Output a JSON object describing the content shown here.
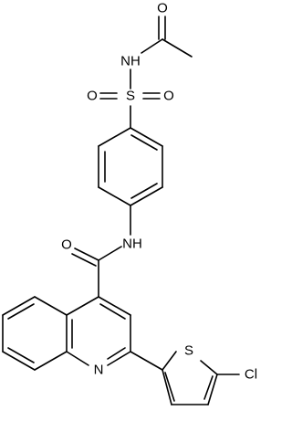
{
  "atom_labels": {
    "carbonyl_oxygen_acetyl": "O",
    "sulfonamide_nh": "NH",
    "sulfonyl_s": "S",
    "sulfonyl_oxygen_left": "O",
    "sulfonyl_oxygen_right": "O",
    "amide_oxygen": "O",
    "amide_nh": "NH",
    "quinoline_n": "N",
    "thiophene_s": "S",
    "chlorine": "Cl"
  }
}
